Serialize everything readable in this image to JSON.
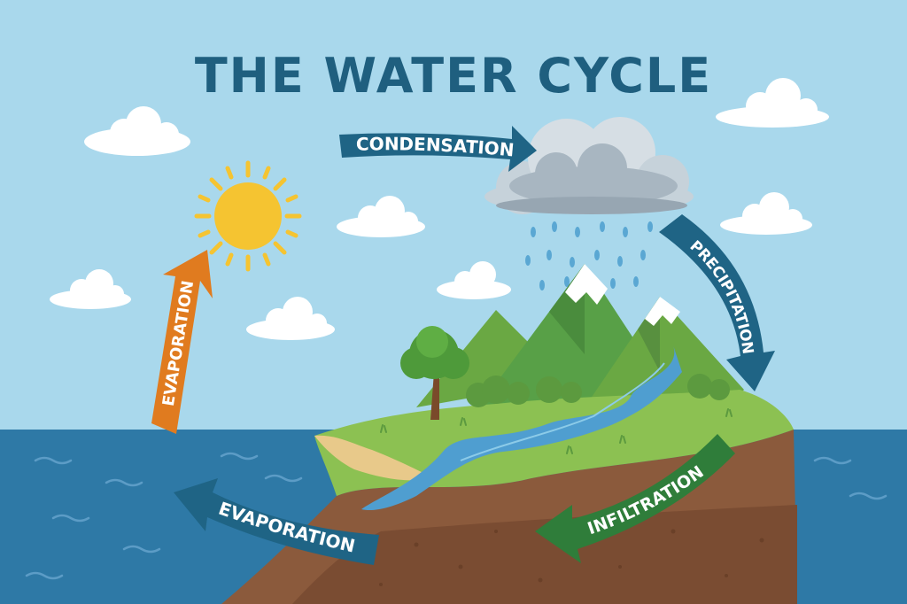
{
  "title": "THE WATER CYCLE",
  "labels": {
    "condensation": "CONDENSATION",
    "precipitation": "PRECIPITATION",
    "evaporation_left": "EVAPORATION",
    "evaporation_bottom": "EVAPORATION",
    "infiltration": "INFILTRATION"
  },
  "colors": {
    "sky": "#a9d8ec",
    "title": "#1f5f7f",
    "sea": "#2e79a6",
    "grass": "#8cc152",
    "soil": "#8b5a3c",
    "arrow_blue": "#1f6485",
    "arrow_orange": "#e07b1f",
    "arrow_green": "#2f7d3a",
    "sun": "#f5c431",
    "cloud": "#ffffff",
    "rain_cloud": "#a8b6c1"
  },
  "icons": {
    "sun": "sun-icon",
    "rain_cloud": "rain-cloud-icon",
    "tree": "tree-icon",
    "mountains": "snow-capped-mountains-icon"
  }
}
